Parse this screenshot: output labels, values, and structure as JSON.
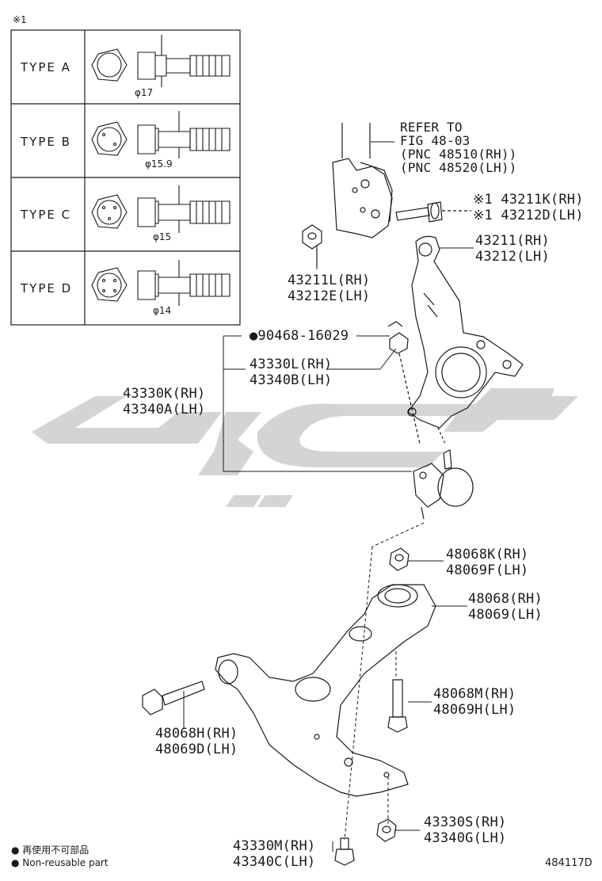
{
  "note_mark": "※1",
  "bolt_types": [
    {
      "label": "TYPE A",
      "diameter": "φ17"
    },
    {
      "label": "TYPE B",
      "diameter": "φ15.9"
    },
    {
      "label": "TYPE C",
      "diameter": "φ15"
    },
    {
      "label": "TYPE D",
      "diameter": "φ14"
    }
  ],
  "refer": {
    "line1": "REFER TO",
    "line2": "FIG 48-03",
    "line3": "(PNC 48510(RH))",
    "line4": "(PNC 48520(LH))"
  },
  "parts": {
    "p43211k": {
      "rh": "※1 43211K(RH)",
      "lh": "※1 43212D(LH)"
    },
    "p43211": {
      "rh": "43211(RH)",
      "lh": "43212(LH)"
    },
    "p43211l": {
      "rh": "43211L(RH)",
      "lh": "43212E(LH)"
    },
    "p90468": {
      "rh": "●90468-16029"
    },
    "p43330l": {
      "rh": "43330L(RH)",
      "lh": "43340B(LH)"
    },
    "p43330k": {
      "rh": "43330K(RH)",
      "lh": "43340A(LH)"
    },
    "p48068k": {
      "rh": "48068K(RH)",
      "lh": "48069F(LH)"
    },
    "p48068": {
      "rh": "48068(RH)",
      "lh": "48069(LH)"
    },
    "p48068m": {
      "rh": "48068M(RH)",
      "lh": "48069H(LH)"
    },
    "p48068h": {
      "rh": "48068H(RH)",
      "lh": "48069D(LH)"
    },
    "p43330s": {
      "rh": "43330S(RH)",
      "lh": "43340G(LH)"
    },
    "p43330m": {
      "rh": "43330M(RH)",
      "lh": "43340C(LH)"
    }
  },
  "legend": {
    "line1": "● 再使用不可部品",
    "line2": "● Non-reusable part"
  },
  "diagram_code": "484117D",
  "colors": {
    "line": "#1a1a1a",
    "watermark": "#d4d4d4"
  }
}
